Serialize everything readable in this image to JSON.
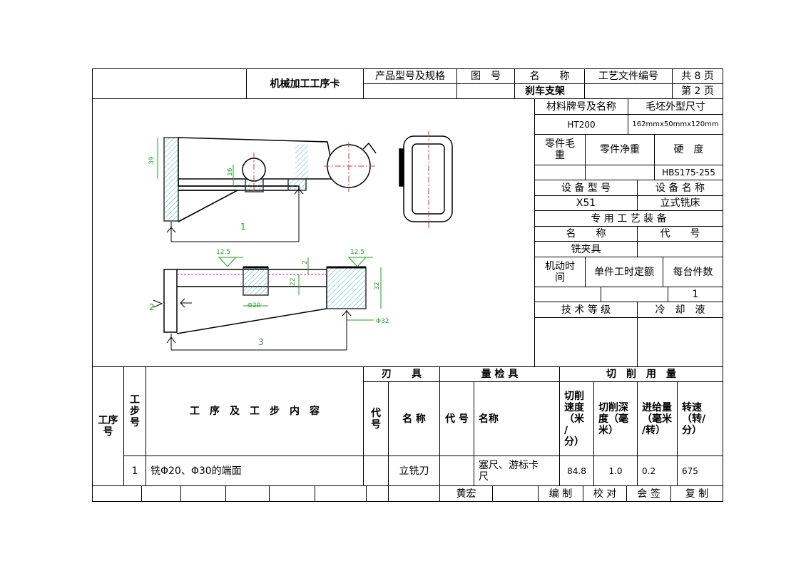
{
  "header": {
    "card_title": "机械加工工序卡",
    "product_model": "产品型号及规格",
    "drawing_no": "图　号",
    "name_label": "名　　称",
    "doc_no": "工艺文件编号",
    "total_pages": "共 8 页",
    "part_name": "刹车支架",
    "page_no": "第 2 页"
  },
  "info": {
    "material_label": "材料牌号及名称",
    "blank_size_label": "毛坯外型尺寸",
    "material_value": "HT200",
    "blank_size_value": "162mmx50mmx120mm",
    "gross_weight_label": "零件毛\n重",
    "net_weight_label": "零件净重",
    "hardness_label": "硬　度",
    "hardness_value": "HBS175-255",
    "equipment_model_label": "设 备 型 号",
    "equipment_name_label": "设 备 名 称",
    "equipment_model_value": "X51",
    "equipment_name_value": "立式铣床",
    "fixture_header": "专 用 工 艺 装 备",
    "fixture_name_label": "名　　称",
    "fixture_code_label": "代　　号",
    "fixture_name_value": "铣夹具",
    "machine_time_label": "机动时\n间",
    "unit_time_label": "单件工时定额",
    "per_unit_label": "每台件数",
    "per_unit_value": "1",
    "tech_grade_label": "技 术 等 级",
    "coolant_label": "冷　却　液"
  },
  "drawing": {
    "dim_39": "39",
    "dim_16": "16",
    "label_1": "1",
    "label_2": "2",
    "label_3": "3",
    "rough_left": "12.5",
    "rough_right": "12.5",
    "dim_2": "2",
    "dim_22": "22",
    "dim_32": "32",
    "dim_phi20": "Φ20",
    "dim_phi32": "Φ32"
  },
  "table": {
    "op_no": "工序\n号",
    "step_no": "工\n步\n号",
    "content": "工　序　及　工　步　内　容",
    "cutter": "刃　　具",
    "gauge": "量 检 具",
    "cutting": "切　削　用　量",
    "cutter_code": "代\n号",
    "cutter_name": "名 称",
    "gauge_code": "代 号",
    "gauge_name": "名称",
    "speed": "切削\n速度\n（米\n/\n分）",
    "depth": "切削深\n度（毫\n米）",
    "feed": "进给量\n（毫米\n/转）",
    "rpm": "转速\n（转/\n分）",
    "rows": [
      {
        "step": "1",
        "content": "铣Φ20、Φ30的端面",
        "cutter_name": "立铣刀",
        "gauge_name": "塞尺、游标卡\n尺",
        "speed": "84.8",
        "depth": "1.0",
        "feed": "0.2",
        "rpm": "675"
      }
    ]
  },
  "footer": {
    "designer": "黄宏",
    "compile": "编 制",
    "check": "校 对",
    "sign": "会 签",
    "copy": "复 制"
  }
}
